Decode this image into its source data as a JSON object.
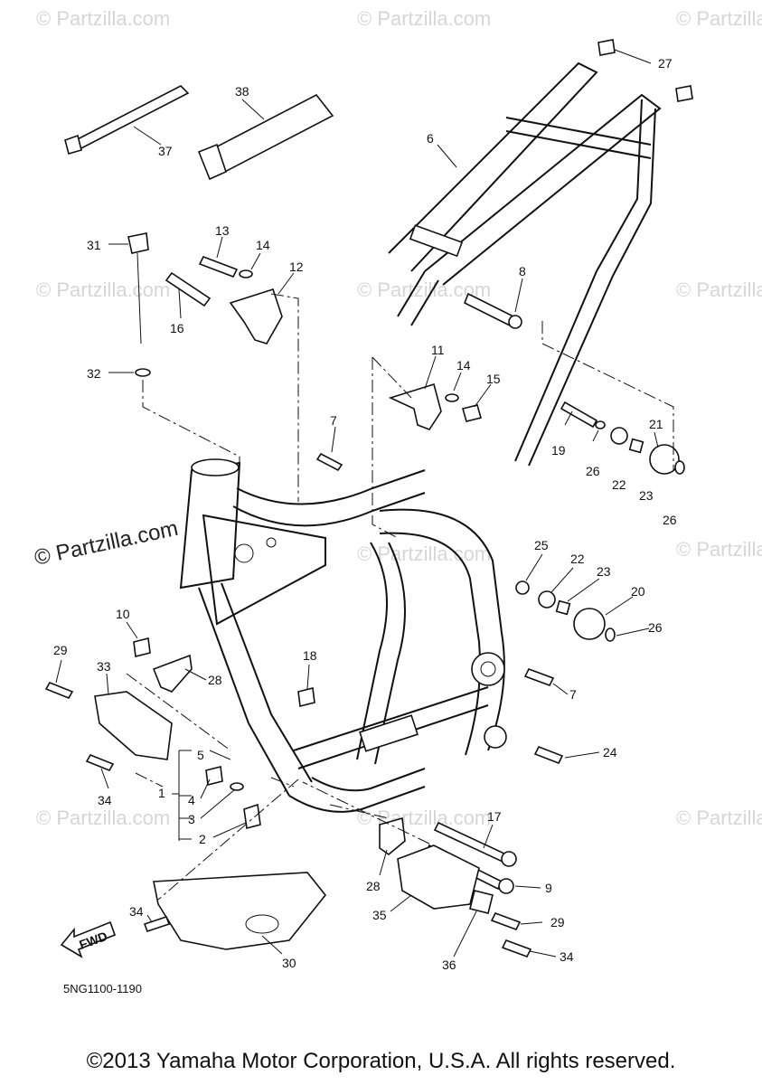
{
  "watermark": {
    "text": "© Partzilla.com",
    "text_dark": "© Partzilla.com"
  },
  "diagram_code": "5NG1100-1190",
  "fwd_label": "FWD",
  "copyright": "©2013 Yamaha Motor Corporation, U.S.A. All rights reserved.",
  "callouts": {
    "c1": "1",
    "c2": "2",
    "c3": "3",
    "c4": "4",
    "c5": "5",
    "c6": "6",
    "c7a": "7",
    "c7b": "7",
    "c8": "8",
    "c9": "9",
    "c10": "10",
    "c11": "11",
    "c12": "12",
    "c13": "13",
    "c14a": "14",
    "c14b": "14",
    "c15": "15",
    "c16": "16",
    "c17": "17",
    "c18": "18",
    "c19": "19",
    "c20": "20",
    "c21": "21",
    "c22a": "22",
    "c22b": "22",
    "c23a": "23",
    "c23b": "23",
    "c24": "24",
    "c25": "25",
    "c26a": "26",
    "c26b": "26",
    "c26c": "26",
    "c27": "27",
    "c28a": "28",
    "c28b": "28",
    "c29a": "29",
    "c29b": "29",
    "c30": "30",
    "c31": "31",
    "c32": "32",
    "c33": "33",
    "c34a": "34",
    "c34b": "34",
    "c34c": "34",
    "c35": "35",
    "c36": "36",
    "c37": "37",
    "c38": "38"
  }
}
